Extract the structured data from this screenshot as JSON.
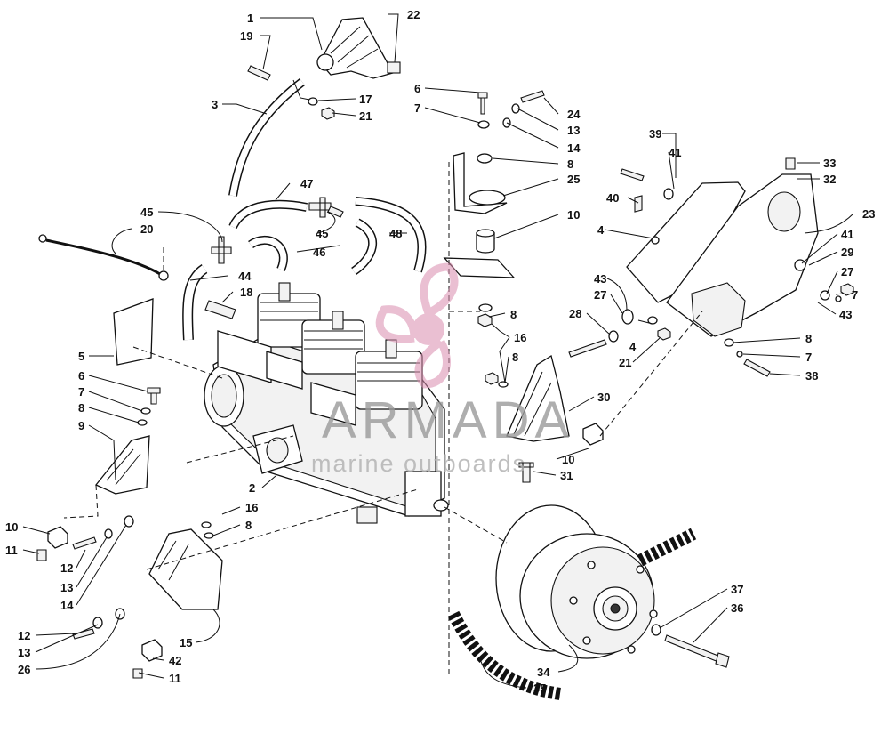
{
  "watermark": {
    "title": "ARMADA",
    "subtitle": "marine outboards",
    "color_logo": "#d98cae",
    "color_title": "#9a9a9a",
    "color_sub": "#b0b0b0"
  },
  "callouts": [
    {
      "id": "c1",
      "label": "1"
    },
    {
      "id": "c19",
      "label": "19"
    },
    {
      "id": "c22",
      "label": "22"
    },
    {
      "id": "c3",
      "label": "3"
    },
    {
      "id": "c17",
      "label": "17"
    },
    {
      "id": "c21a",
      "label": "21"
    },
    {
      "id": "c6a",
      "label": "6"
    },
    {
      "id": "c7a",
      "label": "7"
    },
    {
      "id": "c24",
      "label": "24"
    },
    {
      "id": "c13a",
      "label": "13"
    },
    {
      "id": "c14a",
      "label": "14"
    },
    {
      "id": "c8a",
      "label": "8"
    },
    {
      "id": "c25",
      "label": "25"
    },
    {
      "id": "c10a",
      "label": "10"
    },
    {
      "id": "c47",
      "label": "47"
    },
    {
      "id": "c45a",
      "label": "45"
    },
    {
      "id": "c20",
      "label": "20"
    },
    {
      "id": "c45b",
      "label": "45"
    },
    {
      "id": "c46",
      "label": "46"
    },
    {
      "id": "c48",
      "label": "48"
    },
    {
      "id": "c44",
      "label": "44"
    },
    {
      "id": "c18",
      "label": "18"
    },
    {
      "id": "c39",
      "label": "39"
    },
    {
      "id": "c41a",
      "label": "41"
    },
    {
      "id": "c33",
      "label": "33"
    },
    {
      "id": "c32",
      "label": "32"
    },
    {
      "id": "c40",
      "label": "40"
    },
    {
      "id": "c23",
      "label": "23"
    },
    {
      "id": "c4a",
      "label": "4"
    },
    {
      "id": "c41b",
      "label": "41"
    },
    {
      "id": "c29",
      "label": "29"
    },
    {
      "id": "c27a",
      "label": "27"
    },
    {
      "id": "c7b",
      "label": "7"
    },
    {
      "id": "c43a",
      "label": "43"
    },
    {
      "id": "c27b",
      "label": "27"
    },
    {
      "id": "c43b",
      "label": "43"
    },
    {
      "id": "c28",
      "label": "28"
    },
    {
      "id": "c4b",
      "label": "4"
    },
    {
      "id": "c21b",
      "label": "21"
    },
    {
      "id": "c8b",
      "label": "8"
    },
    {
      "id": "c7c",
      "label": "7"
    },
    {
      "id": "c38",
      "label": "38"
    },
    {
      "id": "c8c",
      "label": "8"
    },
    {
      "id": "c16a",
      "label": "16"
    },
    {
      "id": "c8d",
      "label": "8"
    },
    {
      "id": "c5",
      "label": "5"
    },
    {
      "id": "c6b",
      "label": "6"
    },
    {
      "id": "c7d",
      "label": "7"
    },
    {
      "id": "c8e",
      "label": "8"
    },
    {
      "id": "c9",
      "label": "9"
    },
    {
      "id": "c30",
      "label": "30"
    },
    {
      "id": "c10b",
      "label": "10"
    },
    {
      "id": "c31",
      "label": "31"
    },
    {
      "id": "c2",
      "label": "2"
    },
    {
      "id": "c16b",
      "label": "16"
    },
    {
      "id": "c8f",
      "label": "8"
    },
    {
      "id": "c10c",
      "label": "10"
    },
    {
      "id": "c11a",
      "label": "11"
    },
    {
      "id": "c12a",
      "label": "12"
    },
    {
      "id": "c13b",
      "label": "13"
    },
    {
      "id": "c14b",
      "label": "14"
    },
    {
      "id": "c15",
      "label": "15"
    },
    {
      "id": "c12b",
      "label": "12"
    },
    {
      "id": "c13c",
      "label": "13"
    },
    {
      "id": "c42",
      "label": "42"
    },
    {
      "id": "c26",
      "label": "26"
    },
    {
      "id": "c11b",
      "label": "11"
    },
    {
      "id": "c37",
      "label": "37"
    },
    {
      "id": "c36",
      "label": "36"
    },
    {
      "id": "c34",
      "label": "34"
    },
    {
      "id": "c35",
      "label": "35"
    }
  ]
}
